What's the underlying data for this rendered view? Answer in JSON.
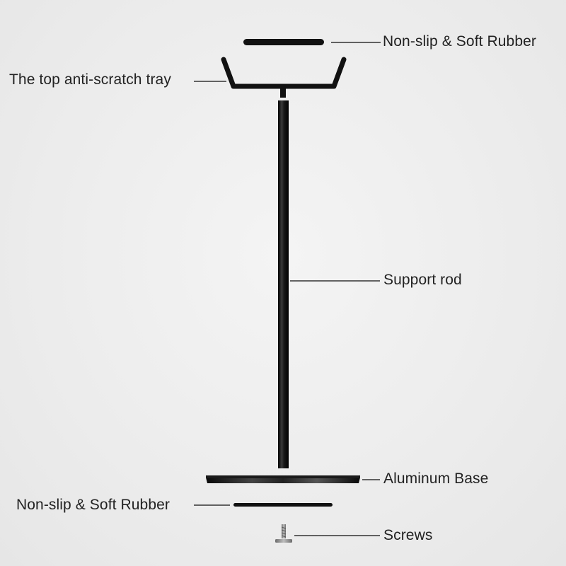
{
  "diagram": {
    "labels": {
      "top_rubber": "Non-slip & Soft Rubber",
      "tray": "The top anti-scratch tray",
      "rod": "Support rod",
      "base": "Aluminum Base",
      "bottom_rubber": "Non-slip & Soft Rubber",
      "screws": "Screws"
    }
  },
  "colors": {
    "background": "#ececec",
    "part": "#111111",
    "leader_line": "#333333",
    "text": "#222222",
    "screw": "#8a8a8a"
  }
}
